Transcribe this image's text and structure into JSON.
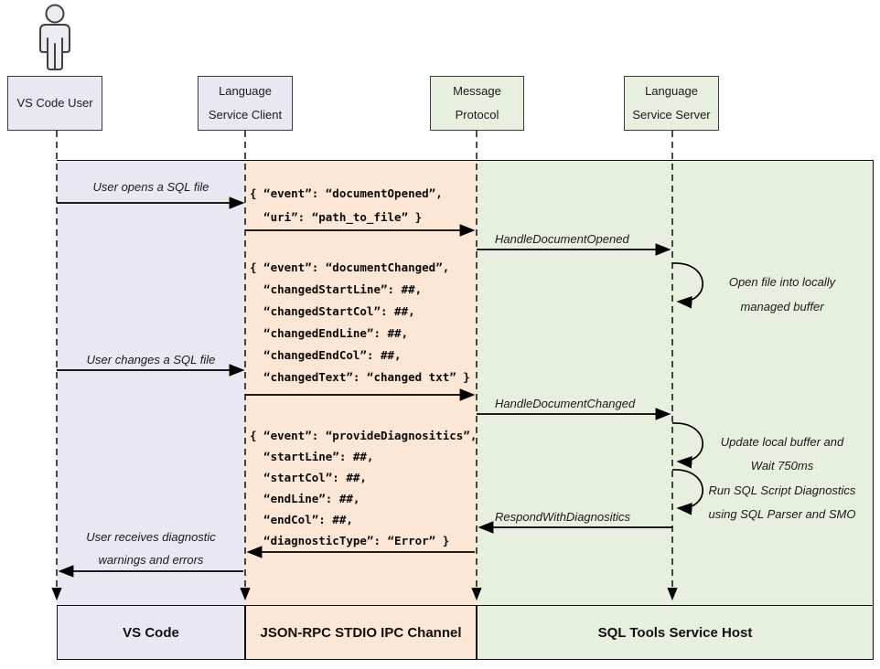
{
  "diagram": {
    "actors": [
      {
        "label": "VS Code User"
      },
      {
        "label": "Language Service Client"
      },
      {
        "label": "Message Protocol"
      },
      {
        "label": "Language Service Server"
      }
    ],
    "lanes": [
      {
        "label": "VS Code",
        "color": "#e9e8f2"
      },
      {
        "label": "JSON-RPC STDIO IPC Channel",
        "color": "#fce6d6"
      },
      {
        "label": "SQL Tools Service Host",
        "color": "#e7efde"
      }
    ],
    "labels": {
      "user_opens": "User opens a SQL file",
      "handle_document_opened": "HandleDocumentOpened",
      "user_changes": "User changes a SQL file",
      "handle_document_changed": "HandleDocumentChanged",
      "respond_with_diagnostics": "RespondWithDiagnositics"
    },
    "notes": {
      "open_file": [
        "Open file into locally",
        "managed buffer"
      ],
      "update_buffer": [
        "Update local buffer and",
        "Wait 750ms"
      ],
      "run_diagnostics": [
        "Run SQL Script Diagnostics",
        "using SQL Parser and SMO"
      ],
      "user_receives": [
        "User receives diagnostic",
        "warnings and errors"
      ]
    },
    "payloads": {
      "document_opened": [
        "{ “event”: “documentOpened”,",
        "  “uri”: “path_to_file” }"
      ],
      "document_changed": [
        "{ “event”: “documentChanged”,",
        "  “changedStartLine”: ##,",
        "  “changedStartCol”: ##,",
        "  “changedEndLine”: ##,",
        "  “changedEndCol”: ##,",
        "  “changedText”: “changed txt” }"
      ],
      "provide_diagnostics": [
        "{ “event”: “provideDiagnositics”,",
        "  “startLine”: ##,",
        "  “startCol”: ##,",
        "  “endLine”: ##,",
        "  “endCol”: ##,",
        "  “diagnosticType”: “Error” }"
      ]
    }
  }
}
